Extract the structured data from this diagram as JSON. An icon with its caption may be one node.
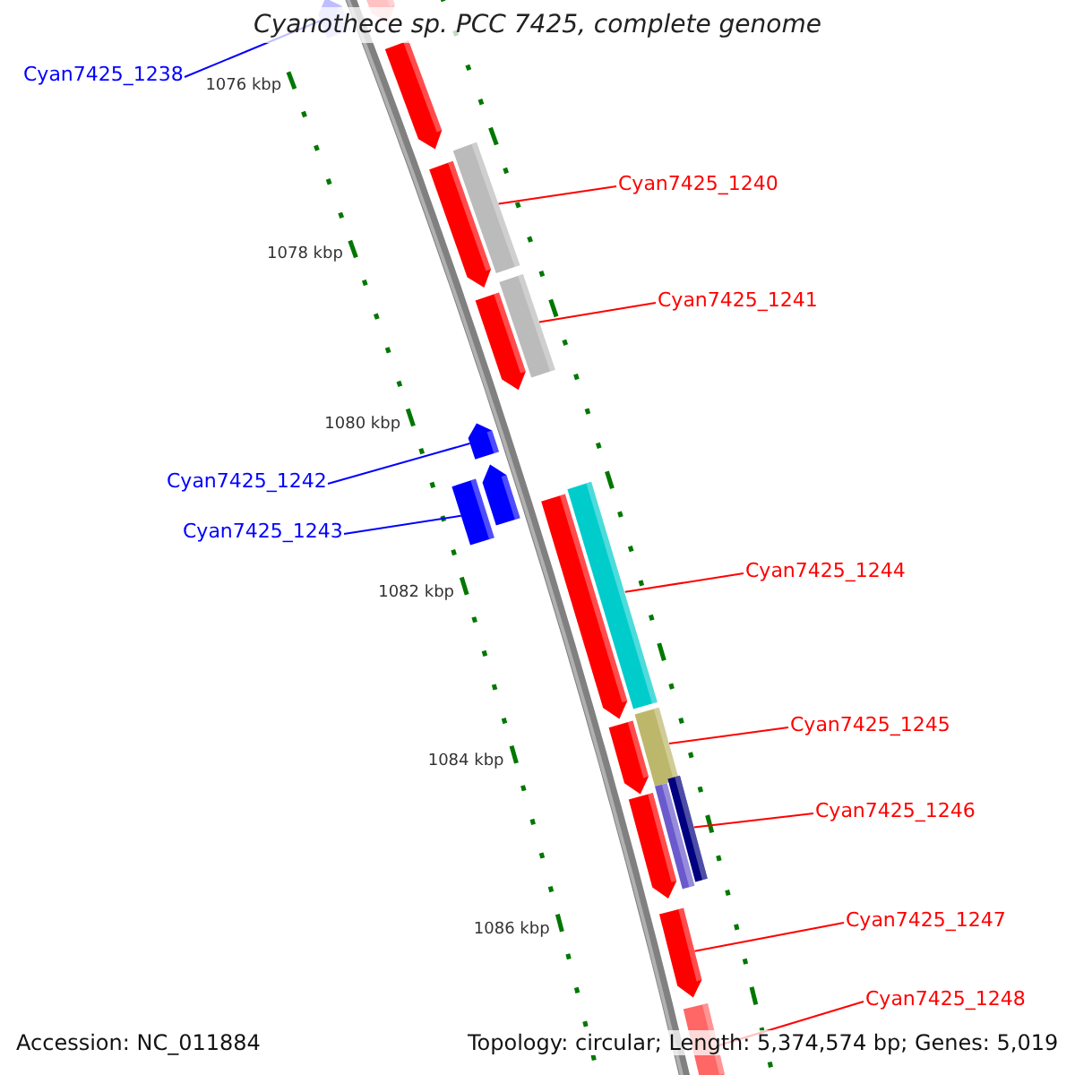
{
  "diagram": {
    "title": "Cyanothece sp. PCC 7425, complete genome",
    "nodes": [
      {
        "text": [
          "Cyan7425_1238"
        ]
      },
      {
        "text": [],
        "shape": "arrow"
      },
      {
        "text": [
          "Cyan7425_1240"
        ]
      },
      {
        "text": [],
        "shape": "bar"
      },
      {
        "text": [
          "Cyan7425_1241"
        ]
      },
      {
        "text": [],
        "shape": "bar"
      },
      {
        "text": [
          "Cyan7425_1242"
        ]
      },
      {
        "text": [],
        "shape": "arrow"
      },
      {
        "text": [
          "Cyan7425_1243"
        ]
      },
      {
        "text": [],
        "shape": "bar"
      },
      {
        "text": [
          "Cyan7425_1244"
        ]
      },
      {
        "text": [],
        "shape": "bar"
      },
      {
        "text": [
          "Cyan7425_1245"
        ]
      },
      {
        "text": [],
        "shape": "bar"
      },
      {
        "text": [
          "Cyan7425_1246"
        ]
      },
      {
        "text": [],
        "shape": "bar"
      },
      {
        "text": [
          "Cyan7425_1247"
        ]
      },
      {
        "text": [],
        "shape": "arrow"
      },
      {
        "text": [
          "Cyan7425_1248"
        ]
      },
      {
        "text": [],
        "shape": "arrow"
      },
      {
        "text": [],
        "shape": "arrow"
      },
      {
        "text": [],
        "shape": "arrow"
      },
      {
        "text": [],
        "shape": "arrow"
      },
      {
        "text": [],
        "shape": "arrow"
      },
      {
        "text": [],
        "shape": "arrow"
      },
      {
        "text": [],
        "shape": "arrow"
      },
      {
        "text": [],
        "shape": "arrow"
      },
      {
        "text": [],
        "shape": "arrow"
      },
      {
        "text": [],
        "shape": "bar"
      }
    ],
    "edges": [
      {
        "from": 0,
        "to": 1,
        "arrow": "none",
        "color": "#0000ff"
      },
      {
        "from": 2,
        "to": 3,
        "arrow": "none"
      },
      {
        "from": 4,
        "to": 5,
        "arrow": "none"
      },
      {
        "from": 6,
        "to": 7,
        "arrow": "none",
        "color": "#0000ff"
      },
      {
        "from": 8,
        "to": 9,
        "arrow": "none",
        "color": "#0000ff"
      },
      {
        "from": 10,
        "to": 11,
        "arrow": "none"
      },
      {
        "from": 12,
        "to": 13,
        "arrow": "none"
      },
      {
        "from": 14,
        "to": 15,
        "arrow": "none"
      },
      {
        "from": 16,
        "to": 17,
        "arrow": "none"
      },
      {
        "from": 18,
        "to": 19,
        "arrow": "none"
      }
    ],
    "labels": [
      "1076 kbp",
      "1078 kbp",
      "1080 kbp",
      "1082 kbp",
      "1084 kbp",
      "1086 kbp",
      "Accession: NC_011884",
      "Topology: circular; Length: 5,374,574 bp; Genes: 5,019"
    ]
  }
}
